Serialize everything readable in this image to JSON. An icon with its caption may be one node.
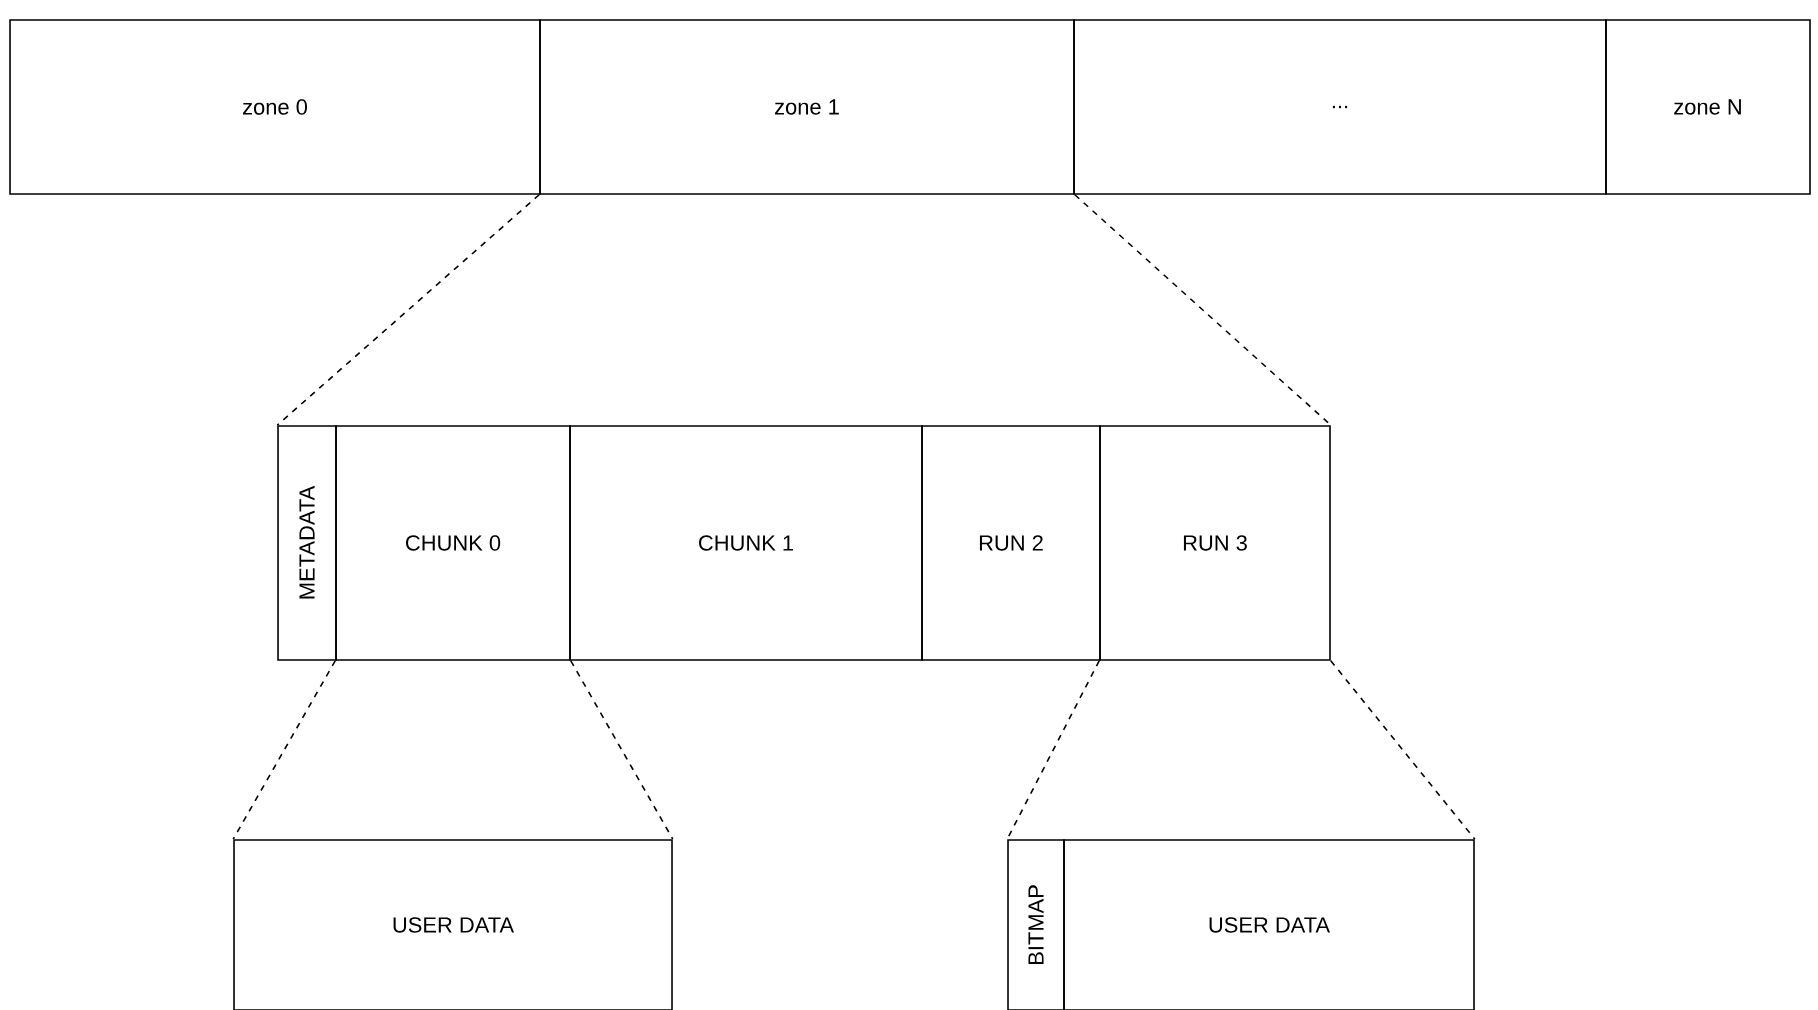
{
  "diagram": {
    "nodes": [
      {
        "text": [
          "zone 0"
        ]
      },
      {
        "text": [
          "zone 1"
        ]
      },
      {
        "text": [
          "..."
        ]
      },
      {
        "text": [
          "zone N"
        ]
      },
      {
        "text": [
          "METADATA"
        ]
      },
      {
        "text": [
          "CHUNK 0"
        ]
      },
      {
        "text": [
          "CHUNK 1"
        ]
      },
      {
        "text": [
          "RUN 2"
        ]
      },
      {
        "text": [
          "RUN 3"
        ]
      },
      {
        "text": [
          "USER DATA"
        ]
      },
      {
        "text": [
          "BITMAP"
        ]
      },
      {
        "text": [
          "USER DATA"
        ]
      }
    ],
    "edges": [
      {
        "from": 1,
        "to": 4,
        "arrow": "none",
        "style": "dashed"
      },
      {
        "from": 1,
        "to": 8,
        "arrow": "none",
        "style": "dashed"
      },
      {
        "from": 5,
        "to": 9,
        "arrow": "none",
        "style": "dashed"
      },
      {
        "from": 5,
        "to": 9,
        "arrow": "none",
        "style": "dashed"
      },
      {
        "from": 8,
        "to": 10,
        "arrow": "none",
        "style": "dashed"
      },
      {
        "from": 8,
        "to": 11,
        "arrow": "none",
        "style": "dashed"
      }
    ]
  }
}
